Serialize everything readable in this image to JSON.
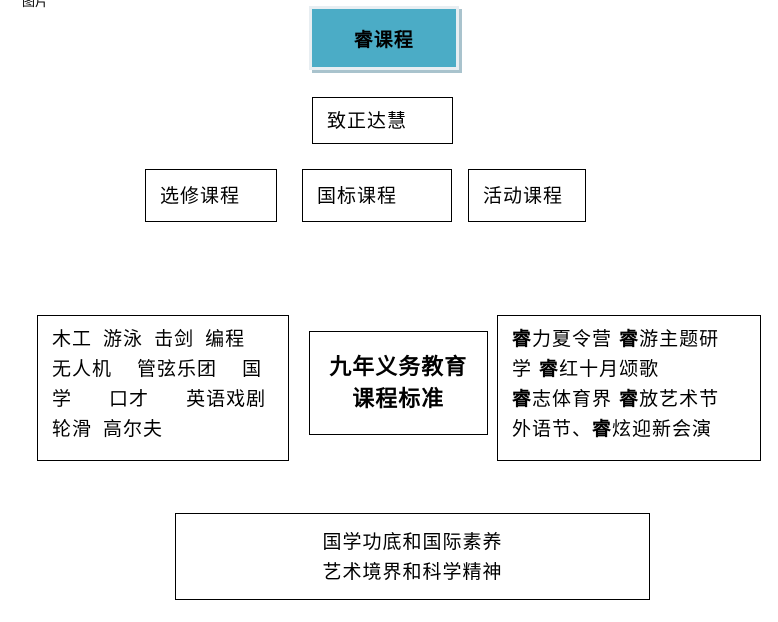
{
  "top_corner": "图片",
  "title": "睿课程",
  "row1": "致正达慧",
  "row2": [
    "选修课程",
    "国标课程",
    "活动课程"
  ],
  "left_box": {
    "lines": [
      "木工 游泳 击剑 编程",
      "无人机 管弦乐团 国",
      "学 口才 英语戏剧",
      "轮滑 高尔夫"
    ]
  },
  "center_box": {
    "lines": [
      "九年义务教育",
      "课程标准"
    ]
  },
  "right_box": {
    "lines": [
      [
        {
          "b": "睿"
        },
        {
          "t": "力夏令营 "
        },
        {
          "b": "睿"
        },
        {
          "t": "游主题研"
        }
      ],
      [
        {
          "t": "学 "
        },
        {
          "b": "睿"
        },
        {
          "t": "红十月颂歌"
        }
      ],
      [
        {
          "b": "睿"
        },
        {
          "t": "志体育界 "
        },
        {
          "b": "睿"
        },
        {
          "t": "放艺术节"
        }
      ],
      [
        {
          "t": "外语节、"
        },
        {
          "b": "睿"
        },
        {
          "t": "炫迎新会演"
        }
      ]
    ]
  },
  "bottom_box": {
    "lines": [
      "国学功底和国际素养",
      "艺术境界和科学精神"
    ]
  }
}
